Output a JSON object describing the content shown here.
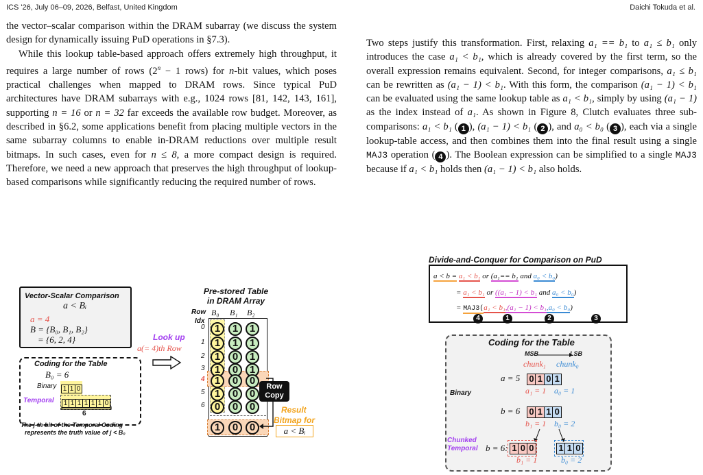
{
  "header": {
    "left": "ICS '26, July 06–09, 2026, Belfast, United Kingdom",
    "right": "Daichi Tokuda et al."
  },
  "left_col": {
    "p1": "the vector–scalar comparison within the DRAM subarray (we discuss the system design for dynamically issuing PuD operations in §7.3).",
    "p2_a": "While this lookup table-based approach offers extremely high throughput, it requires a large number of rows (2",
    "p2_sup": "n",
    "p2_b": " − 1 rows) for ",
    "p2_n": "n",
    "p2_c": "-bit values, which poses practical challenges when mapped to DRAM rows. Since typical PuD architectures have DRAM subarrays with e.g., 1024 rows [81, 142, 143, 161], supporting ",
    "p2_d": "n = 16",
    "p2_e": " or ",
    "p2_f": "n = 32",
    "p2_g": " far exceeds the available row budget. Moreover, as described in §6.2, some applications benefit from placing multiple vectors in the same subarray columns to enable in-DRAM reductions over multiple result bitmaps. In such cases, even for ",
    "p2_h": "n ≤ 8",
    "p2_i": ", a more compact design is required. Therefore, we need a new approach that preserves the high throughput of lookup-based comparisons while significantly reducing the required number of rows."
  },
  "right_col": {
    "s1": "Two steps justify this transformation. First, relaxing ",
    "s2": "a₁ == b₁",
    "s3": " to ",
    "s4": "a₁ ≤ b₁",
    "s5": " only introduces the case ",
    "s6": "a₁ < b₁",
    "s7": ", which is already covered by the first term, so the overall expression remains equivalent. Second, for integer comparisons, ",
    "s8": "a₁ ≤ b₁",
    "s9": " can be rewritten as ",
    "s10": "(a₁ − 1) < b₁",
    "s11": ". With this form, the comparison ",
    "s12": "(a₁ − 1) < b₁",
    "s13": " can be evaluated using the same lookup table as ",
    "s14": "a₁ < b₁",
    "s15": ", simply by using ",
    "s16": "(a₁ − 1)",
    "s17": " as the index instead of ",
    "s18": "a₁",
    "s19": ". As shown in Figure 8, Clutch evaluates three sub-comparisons: ",
    "s20": "a₁ < b₁",
    "s21": ", ",
    "s22": "(a₁ − 1) < b₁",
    "s23": ", and ",
    "s24": "a₀ < b₀",
    "s25": ", each via a single lookup-table access, and then combines them into the final result using a single ",
    "mono1": "MAJ3",
    "s26": " operation ",
    "s27": ". The Boolean expression can be simplified to a single ",
    "mono2": "MAJ3",
    "s28": " because if ",
    "s29": "a₁ < b₁",
    "s30": " holds then ",
    "s31": "(a₁ − 1) < b₁",
    "s32": " also holds.",
    "c1": "1",
    "c2": "2",
    "c3": "3",
    "c4": "4"
  },
  "fig_left": {
    "vs_title": "Vector-Scalar Comparison",
    "vs_expr": "a < Bᵢ",
    "a_eq": "a = 4",
    "b_eq1": "B = {B₀, B₁, B₂}",
    "b_eq2": "= {6, 2, 4}",
    "coding_title": "Coding for the Table",
    "b0_eq": "B₀ = 6",
    "binary_label": "Binary",
    "binary_bits": [
      "1",
      "1",
      "0"
    ],
    "temporal_label": "Temporal",
    "temporal_bits": [
      "1",
      "1",
      "1",
      "1",
      "1",
      "1",
      "0"
    ],
    "temporal_count": "6",
    "note1": "The j-th bit of the Temporal Coding",
    "note2": "represents the truth value of j < B₀",
    "lookup1": "Look up",
    "lookup2": "a(= 4)th Row",
    "table_title1": "Pre-stored Table",
    "table_title2": "in DRAM Array",
    "row_label": "Row",
    "idx_label": "Idx",
    "col_heads": [
      "B₀",
      "B₁",
      "B₂"
    ],
    "row_idx": [
      "0",
      "1",
      "2",
      "3",
      "4",
      "5",
      "6"
    ],
    "rows": [
      [
        "1",
        "1",
        "1"
      ],
      [
        "1",
        "1",
        "1"
      ],
      [
        "1",
        "0",
        "1"
      ],
      [
        "1",
        "0",
        "1"
      ],
      [
        "1",
        "0",
        "0"
      ],
      [
        "1",
        "0",
        "0"
      ],
      [
        "0",
        "0",
        "0"
      ]
    ],
    "result_row": [
      "1",
      "0",
      "0"
    ],
    "row_copy1": "Row",
    "row_copy2": "Copy",
    "result1": "Result",
    "result2": "Bitmap for",
    "result_expr": "a < Bᵢ"
  },
  "fig_right": {
    "title": "Divide-and-Conquer for Comparison on PuD",
    "l1_a": "a < b =",
    "l1_b": "a₁ < b₁",
    "l1_c": "or",
    "l1_d": "(a₁== b₁",
    "l1_e": "and",
    "l1_f": "a₀ < b₀",
    "l1_g": ")",
    "l2_a": "=",
    "l2_b": "a₁ < b₁",
    "l2_c": "or",
    "l2_d": "((a₁ − 1) < b₁",
    "l2_e": "and",
    "l2_f": "a₀ < b₀",
    "l2_g": ")",
    "l3_a": "=",
    "l3_maj": "MAJ3(",
    "l3_b": "a₁ < b₁",
    "l3_c": ",(a₁ − 1) < b₁",
    "l3_d": ",a₀ < b₀",
    "l3_e": ")",
    "n4": "4",
    "n1": "1",
    "n2": "2",
    "n3": "3",
    "coding_title": "Coding for the Table",
    "msb": "MSB",
    "lsb": "LSB",
    "chunk1": "chunk₁",
    "chunk0": "chunk₀",
    "a5": "a = 5",
    "a_bits": [
      "0",
      "1",
      "0",
      "1"
    ],
    "a1": "a₁ = 1",
    "a0": "a₀ = 1",
    "binary": "Binary",
    "b6": "b = 6",
    "b_bits": [
      "0",
      "1",
      "1",
      "0"
    ],
    "b1": "b₁ = 1",
    "b0": "b₀ = 2",
    "chunked1": "Chunked",
    "chunked2": "Temporal",
    "b6c": "b = 6:",
    "ct_hi": [
      "1",
      "0",
      "0"
    ],
    "ct_lo": [
      "1",
      "1",
      "0"
    ],
    "cb1": "b₁ = 1",
    "cb0": "b₀ = 2"
  }
}
